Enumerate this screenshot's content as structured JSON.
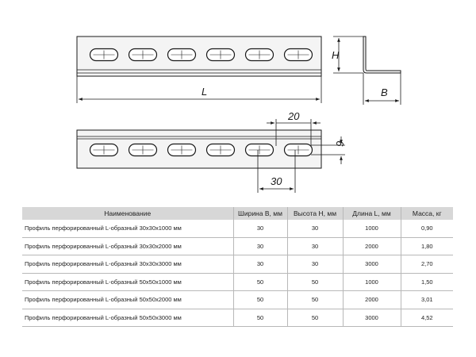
{
  "dimensions": {
    "length": "L",
    "height": "H",
    "width": "B",
    "hole_pitch": "20",
    "hole_offset": "30",
    "hole_width": "9"
  },
  "table": {
    "headers": [
      "Наименование",
      "Ширина B, мм",
      "Высота H, мм",
      "Длина L, мм",
      "Масса, кг"
    ],
    "rows": [
      [
        "Профиль перфорированный L-образный 30х30х1000 мм",
        "30",
        "30",
        "1000",
        "0,90"
      ],
      [
        "Профиль перфорированный L-образный 30х30х2000 мм",
        "30",
        "30",
        "2000",
        "1,80"
      ],
      [
        "Профиль перфорированный L-образный 30х30х3000 мм",
        "30",
        "30",
        "3000",
        "2,70"
      ],
      [
        "Профиль перфорированный L-образный 50х50х1000 мм",
        "50",
        "50",
        "1000",
        "1,50"
      ],
      [
        "Профиль перфорированный L-образный 50х50х2000 мм",
        "50",
        "50",
        "2000",
        "3,01"
      ],
      [
        "Профиль перфорированный L-образный 50х50х3000 мм",
        "50",
        "50",
        "3000",
        "4,52"
      ]
    ]
  }
}
